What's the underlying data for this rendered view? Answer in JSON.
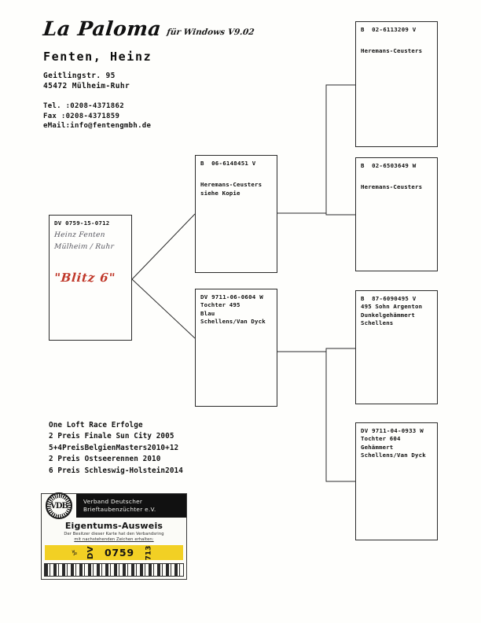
{
  "header": {
    "brand": "La Paloma",
    "brand_suffix": "für Windows V9.02",
    "owner": "Fenten, Heinz",
    "street": "Geitlingstr. 95",
    "city": "45472 Mülheim-Ruhr",
    "tel": "Tel. :0208-4371862",
    "fax": "Fax  :0208-4371859",
    "email": "eMail:info@fentengmbh.de"
  },
  "pedigree": {
    "subject": {
      "ring": "DV 0759-15-0712",
      "hand_name_1": "Heinz Fenten",
      "hand_name_2": "Mülheim / Ruhr",
      "nickname": "\"Blitz 6\""
    },
    "generation2": [
      {
        "ring": "B  06-6148451 V",
        "lines": [
          "Heremans-Ceusters",
          "siehe Kopie"
        ]
      },
      {
        "ring": "DV 9711-06-0604 W",
        "lines": [
          "Tochter 495",
          "Blau",
          "Schellens/Van Dyck"
        ]
      }
    ],
    "generation3": [
      {
        "ring": "B  02-6113209 V",
        "lines": [
          "Heremans-Ceusters"
        ]
      },
      {
        "ring": "B  02-6503649 W",
        "lines": [
          "Heremans-Ceusters"
        ]
      },
      {
        "ring": "B  87-6090495 V",
        "lines": [
          "495 Sohn Argenton",
          "Dunkelgehämmert",
          "Schellens"
        ]
      },
      {
        "ring": "DV 9711-04-0933 W",
        "lines": [
          "Tochter 604",
          "Gehämmert",
          "Schellens/Van Dyck"
        ]
      }
    ]
  },
  "achievements": {
    "lines": [
      "One Loft Race Erfolge",
      "2 Preis Finale Sun City 2005",
      "5+4PreisBelgienMasters2010+12",
      "2 Preis Ostseerennen 2010",
      "6 Preis Schleswig-Holstein2014"
    ]
  },
  "stamp": {
    "seal_initials": "VDB",
    "org_line_1": "Verband Deutscher",
    "org_line_2": "Brieftaubenzüchter e.V.",
    "title": "Eigentums-Ausweis",
    "fine_line_1": "Der Besitzer dieser Karte hat den Verbandsring",
    "fine_line_2": "mit nachstehenden Zeichen erhalten:",
    "bird_glyph": "♑",
    "country": "DV",
    "number": "0759",
    "year": "713"
  },
  "colors": {
    "ink": "#141414",
    "red_hand": "#c0392b",
    "stamp_yellow": "#f2d024"
  }
}
